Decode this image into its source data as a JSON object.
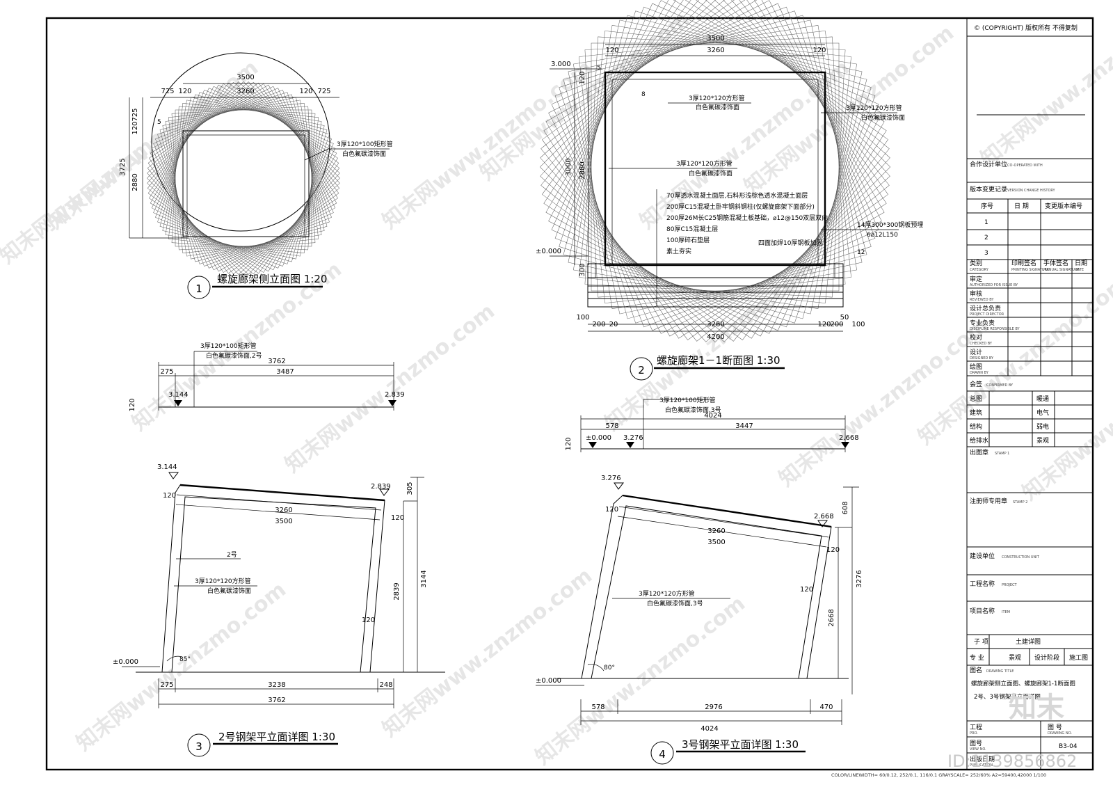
{
  "watermark": {
    "text": "知末网www.znzmo.com",
    "logo": "知末",
    "id": "ID:1139856862"
  },
  "views": {
    "v1": {
      "number": "1",
      "title": "螺旋廊架侧立面图 1:20",
      "dims": [
        "3500",
        "725",
        "120",
        "3260",
        "120",
        "725",
        "725",
        "120",
        "5",
        "3725",
        "2880"
      ],
      "callout": [
        "3厚120*100矩形管",
        "白色氟碳漆饰面"
      ]
    },
    "v2": {
      "number": "2",
      "title": "螺旋廊架1－1断面图 1:30",
      "dims": [
        "3500",
        "120",
        "3260",
        "120",
        "3.000",
        "120",
        "5",
        "8",
        "3000",
        "2880",
        "±0.000",
        "300",
        "100",
        "200",
        "20",
        "3260",
        "120",
        "200",
        "50",
        "100",
        "4200",
        "12"
      ],
      "callout_top": [
        "3厚120*120方形管",
        "白色氟碳漆饰面"
      ],
      "callout_right": [
        "3厚120*120方形管",
        "白色氟碳漆饰面"
      ],
      "callout_mid": [
        "3厚120*120方形管",
        "白色氟碳漆饰面"
      ],
      "layers": [
        "70厚透水混凝土面层,石料形浅棕色透水混凝土面层",
        "200厚C15混凝土卧牢钢斜钢柱(仅螺旋廊架下面部分)",
        "200厚26M长C25钢筋混凝土板基础，⌀12@150双层双向",
        "80厚C15混凝土层",
        "100厚碎石垫层",
        "素土夯实"
      ],
      "plate": [
        "14厚300*300钢板预埋",
        "6⌀12L150"
      ],
      "weld": "四面加焊10厚钢板加固"
    },
    "strip2": {
      "callout": [
        "3厚120*100矩形管",
        "白色氟碳漆饰面,2号"
      ],
      "dims": [
        "3762",
        "275",
        "3487",
        "3.144",
        "2.839",
        "120"
      ]
    },
    "strip3": {
      "callout": [
        "3厚120*100矩形管",
        "白色氟碳漆饰面,3号"
      ],
      "dims": [
        "4024",
        "578",
        "3447",
        "±0.000",
        "3.276",
        "2.668",
        "120"
      ]
    },
    "v3": {
      "number": "3",
      "title": "2号钢架平立面详图 1:30",
      "dims": [
        "3.144",
        "2.839",
        "305",
        "120",
        "3260",
        "3500",
        "120",
        "2号",
        "2839",
        "3144",
        "120",
        "85°",
        "±0.000",
        "275",
        "3238",
        "248",
        "3762"
      ],
      "callout": [
        "3厚120*120方形管",
        "白色氟碳漆饰面"
      ]
    },
    "v4": {
      "number": "4",
      "title": "3号钢架平立面详图 1:30",
      "dims": [
        "3.276",
        "2.668",
        "608",
        "120",
        "3260",
        "3500",
        "120",
        "120",
        "2668",
        "3276",
        "80°",
        "±0.000",
        "578",
        "2976",
        "470",
        "4024"
      ],
      "callout": [
        "3厚120*120方形管",
        "白色氟碳漆饰面,3号"
      ]
    }
  },
  "title_block": {
    "copyright": "© (COPYRIGHT) 版权所有 不得复制",
    "cooperate": {
      "cn": "合作设计单位",
      "en": "CO-OPERATED WITH"
    },
    "version": {
      "cn": "版本变更记录",
      "en": "VERSION CHANGE HISTORY"
    },
    "version_cols": [
      "序号",
      "日 期",
      "变更版本编号"
    ],
    "version_rows": [
      "1",
      "2",
      "3"
    ],
    "sign_header": [
      {
        "cn": "类别",
        "en": "CATEGORY"
      },
      {
        "cn": "印刷签名",
        "en": "PRINTING SIGNATURE"
      },
      {
        "cn": "手体签名",
        "en": "MANUAL SIGNATURE"
      },
      {
        "cn": "日期",
        "en": "DATE"
      }
    ],
    "sign_rows": [
      {
        "cn": "审定",
        "en": "AUTHORIZED FOR ISSUE BY"
      },
      {
        "cn": "审核",
        "en": "REVIEWED BY"
      },
      {
        "cn": "设计总负责",
        "en": "PROJECT DIRECTOR"
      },
      {
        "cn": "专业负责",
        "en": "DISCIPLINE RESPONSIBLE BY"
      },
      {
        "cn": "校对",
        "en": "CHECKED BY"
      },
      {
        "cn": "设计",
        "en": "DESIGNED BY"
      },
      {
        "cn": "绘图",
        "en": "DRAWN BY"
      }
    ],
    "confirmed": {
      "cn": "会签",
      "en": "CONFIRMED BY"
    },
    "confirm_rows": [
      [
        "总图",
        "暖通"
      ],
      [
        "建筑",
        "电气"
      ],
      [
        "结构",
        "弱电"
      ],
      [
        "给排水",
        "景观"
      ]
    ],
    "stamp1": {
      "cn": "出图章",
      "en": "STAMP 1"
    },
    "stamp2": {
      "cn": "注册师专用章",
      "en": "STAMP 2"
    },
    "construction": {
      "cn": "建设单位",
      "en": "CONSTRUCTION UNIT"
    },
    "project": {
      "cn": "工程名称",
      "en": "PROJECT"
    },
    "item": {
      "cn": "项目名称",
      "en": "ITEM"
    },
    "sub": {
      "label": "子 项",
      "value": "土建详图"
    },
    "discipline": {
      "label": "专 业",
      "value": "景观",
      "stage_label": "设计阶段",
      "stage": "施工图"
    },
    "drawing_title": {
      "cn": "图名",
      "en": "DRAWING TITLE"
    },
    "drawing_title_text": [
      "螺旋廊架侧立面图、螺旋廊架1-1断面图",
      "2号、3号钢架平立面详图"
    ],
    "project_no": {
      "cn": "工程",
      "en": "PRO."
    },
    "drawing_no": {
      "cn": "图 号",
      "en": "DRAWING NO."
    },
    "figure_no": {
      "cn": "图号",
      "en": "VIEW NO."
    },
    "sheet_no": "B3-04",
    "publication": {
      "cn": "出版日期",
      "en": "PUBLICATION"
    }
  },
  "footer": "COLOR/LINEWIDTH= 60/0.12, 252/0.1, 116/0.1  GRAYSCALE= 252/60%  A2=59400,42000  1/100"
}
